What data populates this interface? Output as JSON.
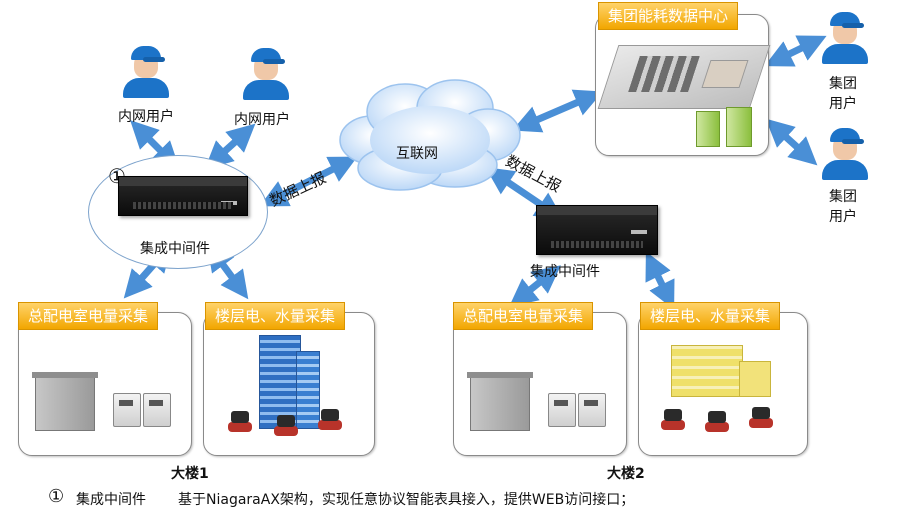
{
  "data_center": {
    "title": "集团能耗数据中心"
  },
  "users": {
    "intranet_label": "内网用户",
    "group_user_line1": "集团",
    "group_user_line2": "用户"
  },
  "internet": {
    "label": "互联网"
  },
  "data_report_label": "数据上报",
  "middleware": {
    "marker": "①",
    "label": "集成中间件"
  },
  "panels": {
    "distribution_room": "总配电室电量采集",
    "floor_metering": "楼层电、水量采集"
  },
  "buildings": {
    "building1": "大楼1",
    "building2": "大楼2"
  },
  "footnote": {
    "marker": "①",
    "title": "集成中间件",
    "text": "基于NiagaraAX架构，实现任意协议智能表具接入，提供WEB访问接口；"
  },
  "colors": {
    "tab_orange": "#f2a600",
    "arrow_blue": "#4a8fd6",
    "cloud_blue": "#cfe4fb"
  }
}
